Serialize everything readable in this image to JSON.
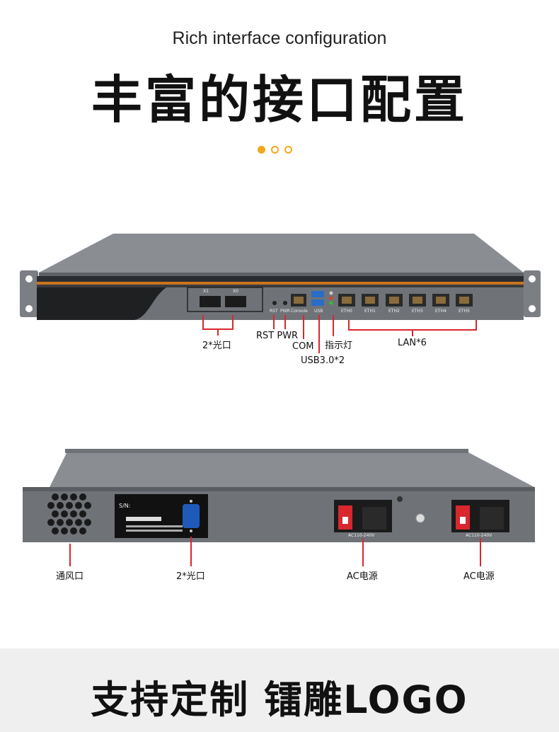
{
  "header": {
    "subtitle": "Rich interface configuration",
    "title": "丰富的接口配置"
  },
  "carousel": {
    "count": 3,
    "active_index": 0
  },
  "front_panel": {
    "sfp_ports": [
      "X1",
      "X0"
    ],
    "button_labels": [
      "RST",
      "PWR"
    ],
    "console_label": "Console",
    "usb_label": "USB",
    "lan_ports": [
      "ETH0",
      "ETH1",
      "ETH2",
      "ETH3",
      "ETH4",
      "ETH5"
    ],
    "callouts": {
      "sfp": "2*光口",
      "rst_pwr": "RST PWR",
      "com": "COM",
      "indicator": "指示灯",
      "usb": "USB3.0*2",
      "lan": "LAN*6"
    }
  },
  "rear_panel": {
    "serial_label": "S/N:",
    "psu_rating": "AC110-240V",
    "callouts": {
      "vent": "通风口",
      "port": "2*光口",
      "psu1": "AC电源",
      "psu2": "AC电源"
    }
  },
  "footer": {
    "text": "支持定制 镭雕LOGO"
  },
  "colors": {
    "accent": "#f2a81d",
    "callout_line": "#d9272e",
    "chassis": "#6f7378",
    "chassis_dark": "#2a2c2f"
  }
}
